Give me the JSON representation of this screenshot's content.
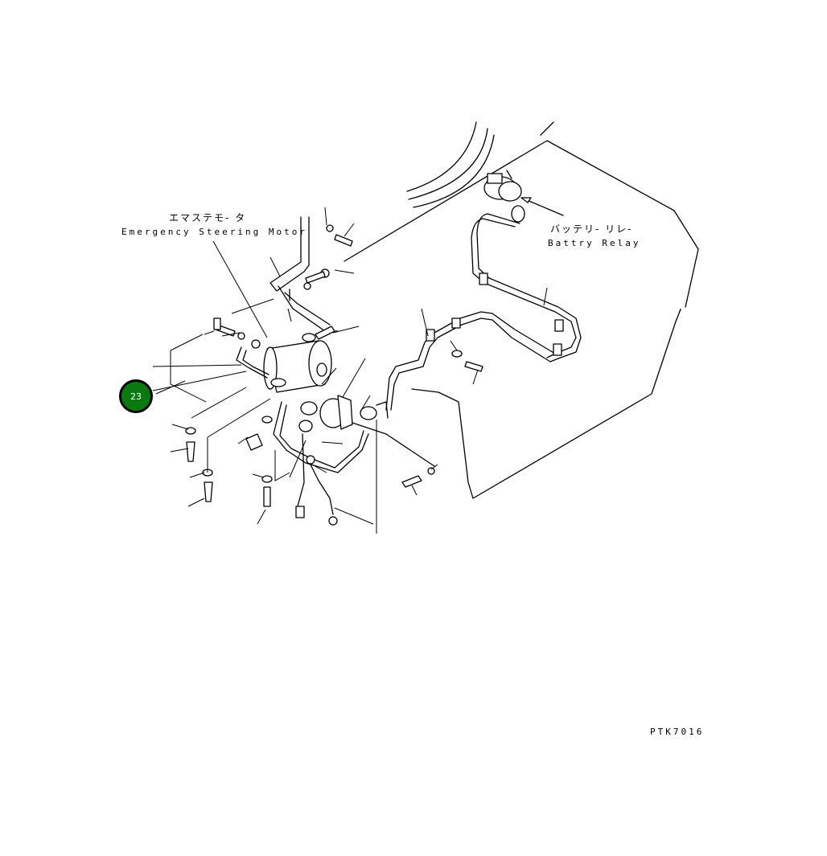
{
  "labels": {
    "motor_jp": "エマステモ- タ",
    "motor_en": "Emergency Steering Motor",
    "relay_jp": "バッテリ- リレ-",
    "relay_en": "Battry Relay",
    "drawing_code": "PTK7016"
  },
  "callouts": [
    {
      "number": "23",
      "color": "#0a7a10"
    }
  ]
}
